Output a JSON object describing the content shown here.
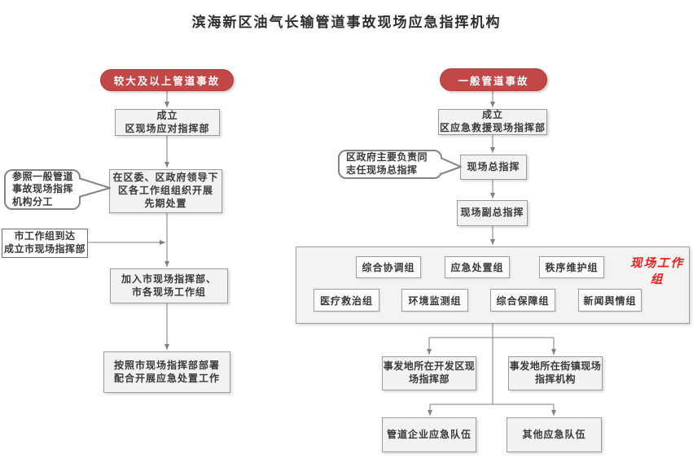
{
  "title": "滨海新区油气长输管道事故现场应急指挥机构",
  "colors": {
    "accent_red": "#c14846",
    "label_red": "#ee1c1c",
    "line_gray": "#7f7f7f"
  },
  "left_flow": {
    "start": "较大及以上管道事故",
    "node1": "成立\n区现场应对指挥部",
    "node2": "在区委、区政府领导下\n区各工作组组织开展\n先期处置",
    "callout": "参照一般管道\n事故现场指挥\n机构分工",
    "side_note": "市工作组到达\n成立市现场指挥部",
    "node3": "加入市现场指挥部、\n市各现场工作组",
    "node4": "按照市现场指挥部部署\n配合开展应急处置工作"
  },
  "right_flow": {
    "start": "一般管道事故",
    "node1": "成立\n区应急救援现场指挥部",
    "callout": "区政府主要负责同\n志任现场总指挥",
    "commander": "现场总指挥",
    "deputy_commander": "现场副总指挥",
    "workgroups_label": "现场工作\n组",
    "workgroups_row1": [
      "综合协调组",
      "应急处置组",
      "秩序维护组"
    ],
    "workgroups_row2": [
      "医疗救治组",
      "环境监测组",
      "综合保障组",
      "新闻舆情组"
    ],
    "mid_left": "事发地所在开发区现\n场指挥部",
    "mid_right": "事发地所在街镇现场\n指挥机构",
    "bottom_left": "管道企业应急队伍",
    "bottom_right": "其他应急队伍"
  }
}
